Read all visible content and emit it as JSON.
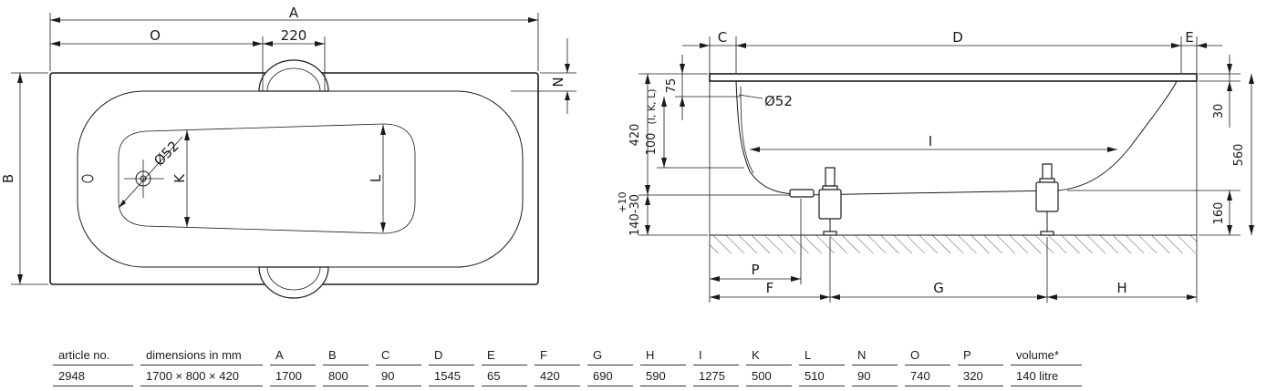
{
  "top_view": {
    "dim_a": "A",
    "dim_o": "O",
    "dim_220": "220",
    "dim_n": "N",
    "dim_b": "B",
    "dim_k": "K",
    "dim_l": "L",
    "drain_dia": "Ø52"
  },
  "side_view": {
    "dim_c": "C",
    "dim_d": "D",
    "dim_e": "E",
    "dim_75": "75",
    "dim_420": "420",
    "dim_100": "100",
    "dim_ikl": "(I, K, L)",
    "dim_plus10": "+10",
    "dim_140_30": "140-30",
    "drain_dia": "Ø52",
    "dim_i": "I",
    "dim_30": "30",
    "dim_560": "560",
    "dim_160": "160",
    "dim_p": "P",
    "dim_f": "F",
    "dim_g": "G",
    "dim_h": "H"
  },
  "table": {
    "headers": [
      "article no.",
      "dimensions in mm",
      "A",
      "B",
      "C",
      "D",
      "E",
      "F",
      "G",
      "H",
      "I",
      "K",
      "L",
      "N",
      "O",
      "P",
      "volume*"
    ],
    "row": [
      "2948",
      "1700 × 800 × 420",
      "1700",
      "800",
      "90",
      "1545",
      "65",
      "420",
      "690",
      "590",
      "1275",
      "500",
      "510",
      "90",
      "740",
      "320",
      "140 litre"
    ]
  }
}
